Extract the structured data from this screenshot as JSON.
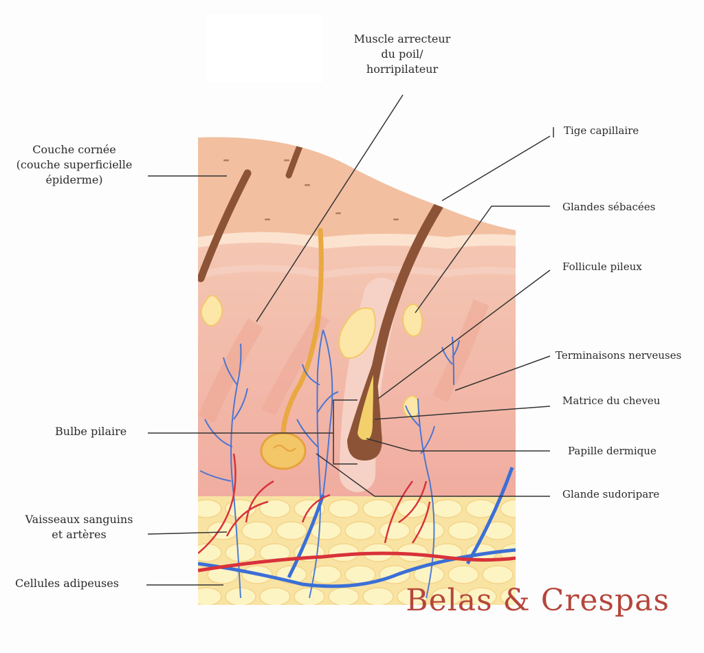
{
  "labels": {
    "arrector": [
      "Muscle arrecteur",
      "du poil/",
      "horripilateur"
    ],
    "stratum": [
      "Couche cornée",
      "(couche superficielle",
      "épiderme)"
    ],
    "shaft": "Tige capillaire",
    "sebaceous": "Glandes sébacées",
    "follicle": "Follicule pileux",
    "nerves": "Terminaisons nerveuses",
    "matrix": "Matrice du cheveu",
    "papilla": "Papille dermique",
    "sweat": "Glande sudoripare",
    "bulb": "Bulbe pilaire",
    "vessels": [
      "Vaisseaux sanguins",
      "et artères"
    ],
    "fat": "Cellules adipeuses"
  },
  "watermark": "Belas & Crespas",
  "colors": {
    "epidermis": "#f2bfa0",
    "dermis": "#f3b9a9",
    "fat": "#fdf0b4",
    "hair": "#8c5336",
    "vein": "#3b6fd6",
    "artery": "#d8323a",
    "gland": "#f3d06b",
    "leader": "#333333"
  }
}
